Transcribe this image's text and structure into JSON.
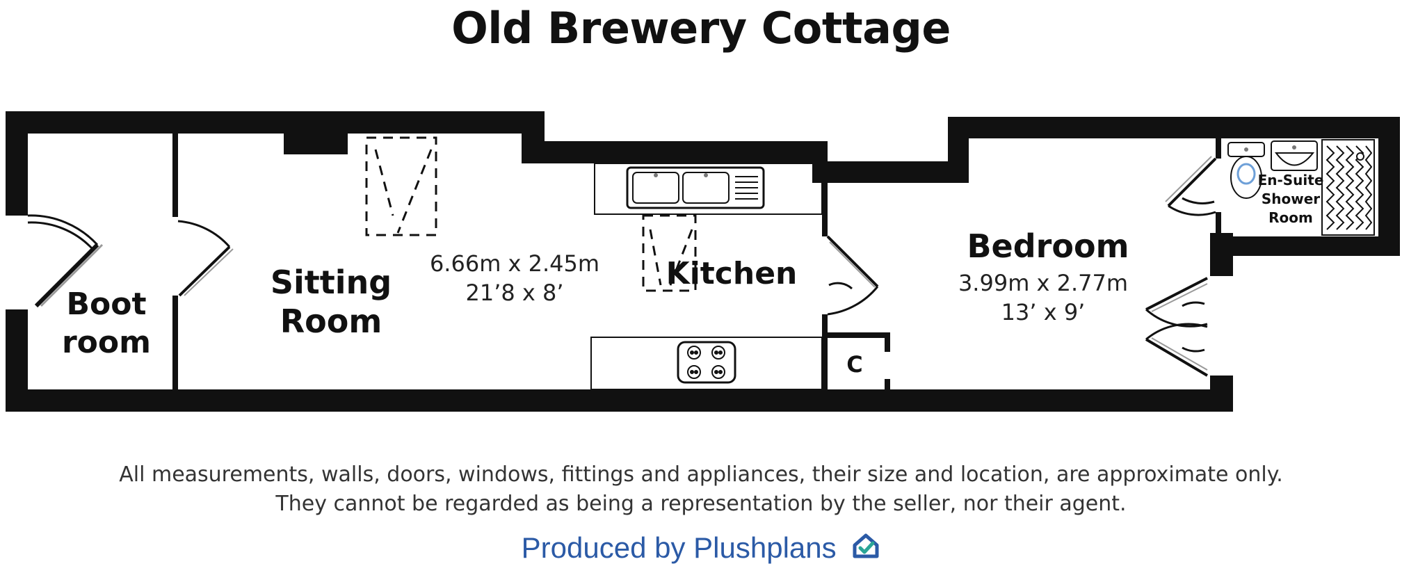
{
  "title": "Old Brewery Cottage",
  "rooms": {
    "boot_room": {
      "line1": "Boot",
      "line2": "room"
    },
    "sitting_room": {
      "line1": "Sitting",
      "line2": "Room",
      "dim_metric": "6.66m x 2.45m",
      "dim_imperial": "21’8 x 8’"
    },
    "kitchen": {
      "label": "Kitchen"
    },
    "cupboard": {
      "label": "C"
    },
    "bedroom": {
      "label": "Bedroom",
      "dim_metric": "3.99m x 2.77m",
      "dim_imperial": "13’ x 9’"
    },
    "ensuite": {
      "line1": "En-Suite",
      "line2": "Shower",
      "line3": "Room"
    }
  },
  "disclaimer": {
    "line1": "All measurements, walls, doors, windows, fittings and appliances, their size and location, are approximate only.",
    "line2": "They cannot be regarded as being a representation by the seller, nor their agent."
  },
  "credit": {
    "text": "Produced by Plushplans",
    "logo_icon": "house-check-icon",
    "color": "#2b5aa6"
  },
  "colors": {
    "wall": "#111111",
    "text": "#111111"
  }
}
